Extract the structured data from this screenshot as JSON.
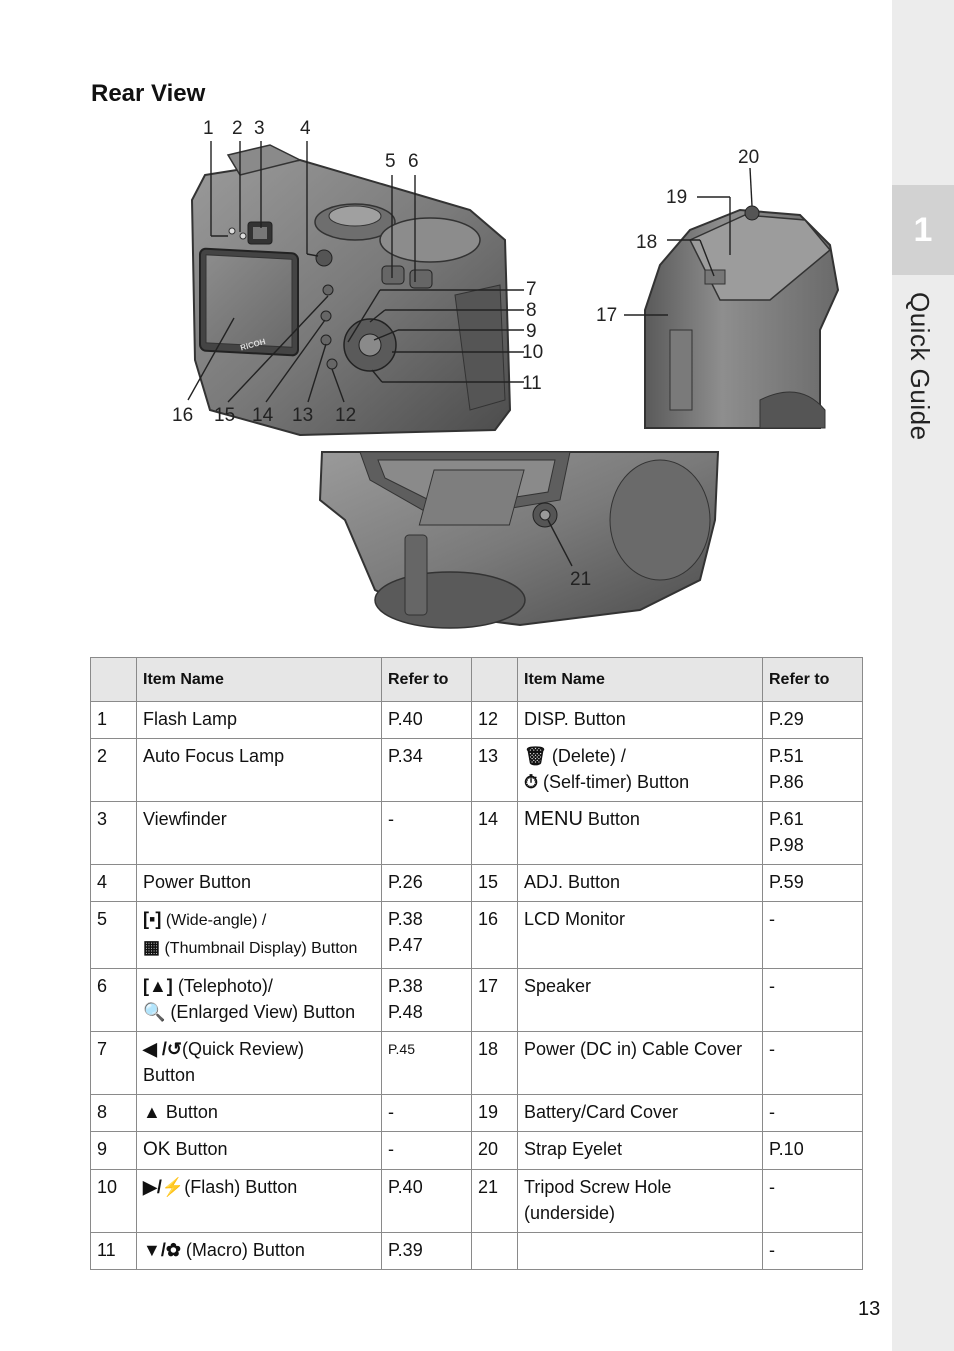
{
  "sidebar": {
    "chapter_number": "1",
    "chapter_title": "Quick Guide"
  },
  "heading": "Rear View",
  "figure": {
    "callouts": [
      "1",
      "2",
      "3",
      "4",
      "5",
      "6",
      "7",
      "8",
      "9",
      "10",
      "11",
      "12",
      "13",
      "14",
      "15",
      "16",
      "17",
      "18",
      "19",
      "20",
      "21"
    ],
    "brand_label": "RICOH"
  },
  "table": {
    "headers": {
      "num": "",
      "item_name": "Item Name",
      "refer_to": "Refer to"
    },
    "left": [
      {
        "num": "1",
        "name": "Flash Lamp",
        "ref": "P.40"
      },
      {
        "num": "2",
        "name": "Auto Focus Lamp",
        "ref": "P.34"
      },
      {
        "num": "3",
        "name": "Viewfinder",
        "ref": "-"
      },
      {
        "num": "4",
        "name": "Power Button",
        "ref": "P.26"
      },
      {
        "num": "5",
        "icon1": "[▪]",
        "line1": " (Wide-angle) /",
        "icon2": "▦",
        "line2": " (Thumbnail Display) Button",
        "ref1": "P.38",
        "ref2": "P.47"
      },
      {
        "num": "6",
        "icon1": "[▲]",
        "line1": " (Telephoto)/",
        "icon2": "🔍",
        "line2": " (Enlarged View) Button",
        "ref1": "P.38",
        "ref2": "P.48"
      },
      {
        "num": "7",
        "icon1": "◀ /",
        "icon2": "↺",
        "line1": "(Quick Review)",
        "line2": "Button",
        "ref": "P.45"
      },
      {
        "num": "8",
        "icon": "▲",
        "name": " Button",
        "ref": "-"
      },
      {
        "num": "9",
        "icon": "OK",
        "name": " Button",
        "ref": "-"
      },
      {
        "num": "10",
        "icon": "▶/⚡",
        "name": "(Flash) Button",
        "ref": "P.40"
      },
      {
        "num": "11",
        "icon": "▼/✿",
        "name": " (Macro) Button",
        "ref": "P.39"
      }
    ],
    "right": [
      {
        "num": "12",
        "name": "DISP. Button",
        "ref": "P.29"
      },
      {
        "num": "13",
        "icon1": "🗑",
        "line1": " (Delete) /",
        "icon2": "⏱",
        "line2": " (Self-timer) Button",
        "ref1": "P.51",
        "ref2": "P.86"
      },
      {
        "num": "14",
        "icon": "MENU",
        "name": " Button",
        "ref1": "P.61",
        "ref2": "P.98"
      },
      {
        "num": "15",
        "name": "ADJ. Button",
        "ref": "P.59"
      },
      {
        "num": "16",
        "name": "LCD Monitor",
        "ref": "-"
      },
      {
        "num": "17",
        "name": "Speaker",
        "ref": "-"
      },
      {
        "num": "18",
        "name": "Power (DC in) Cable Cover",
        "ref": "-"
      },
      {
        "num": "19",
        "name": "Battery/Card Cover",
        "ref": "-"
      },
      {
        "num": "20",
        "name": "Strap Eyelet",
        "ref": "P.10"
      },
      {
        "num": "21",
        "name": "Tripod Screw Hole (underside)",
        "ref": "-"
      },
      {
        "num": "",
        "name": "",
        "ref": "-"
      }
    ]
  },
  "page_number": "13"
}
